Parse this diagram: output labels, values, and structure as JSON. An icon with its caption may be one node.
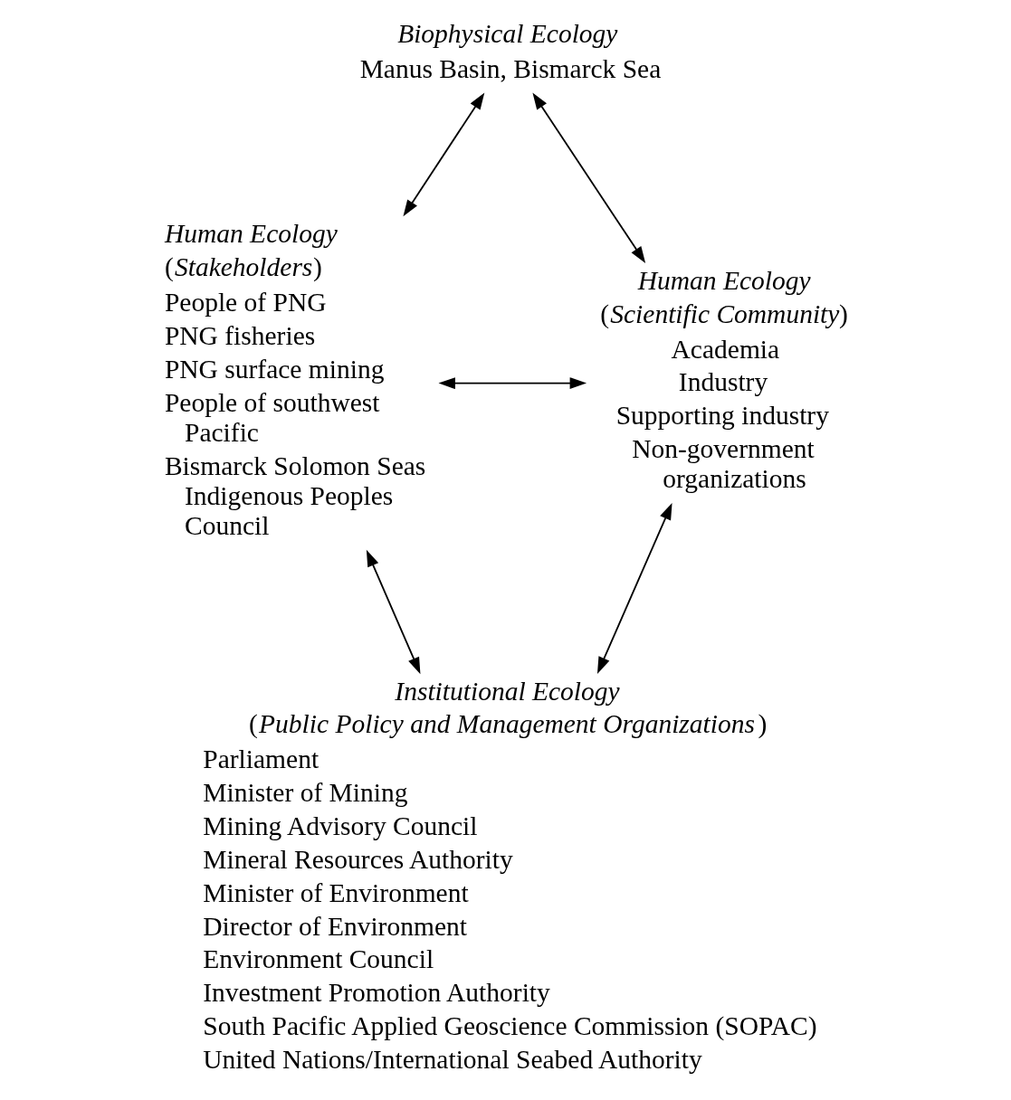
{
  "diagram": {
    "nodes": [
      {
        "text": [
          "Biophysical Ecology",
          "Manus Basin, Bismarck Sea"
        ]
      },
      {
        "text": [
          "Human Ecology",
          "(*Stakeholders*)",
          "People of PNG",
          "PNG fisheries",
          "PNG surface mining",
          "People of southwest Pacific",
          "Bismarck Solomon Seas Indigenous Peoples Council"
        ]
      },
      {
        "text": [
          "Human Ecology",
          "(*Scientific Community*)",
          "Academia",
          "Industry",
          "Supporting industry",
          "Non-government organizations"
        ]
      },
      {
        "text": [
          "Institutional Ecology",
          "(*Public Policy and Management Organizations*)",
          "Parliament",
          "Minister of Mining",
          "Mining Advisory Council",
          "Mineral Resources Authority",
          "Minister of Environment",
          "Director of Environment",
          "Environment Council",
          "Investment Promotion Authority",
          "South Pacific Applied Geoscience Commission (SOPAC)",
          "United Nations/International Seabed Authority"
        ]
      }
    ],
    "edges": [
      {
        "from": 0,
        "to": 1,
        "arrow": "both"
      },
      {
        "from": 0,
        "to": 2,
        "arrow": "both"
      },
      {
        "from": 1,
        "to": 2,
        "arrow": "both"
      },
      {
        "from": 1,
        "to": 3,
        "arrow": "both"
      },
      {
        "from": 2,
        "to": 3,
        "arrow": "both"
      }
    ]
  }
}
